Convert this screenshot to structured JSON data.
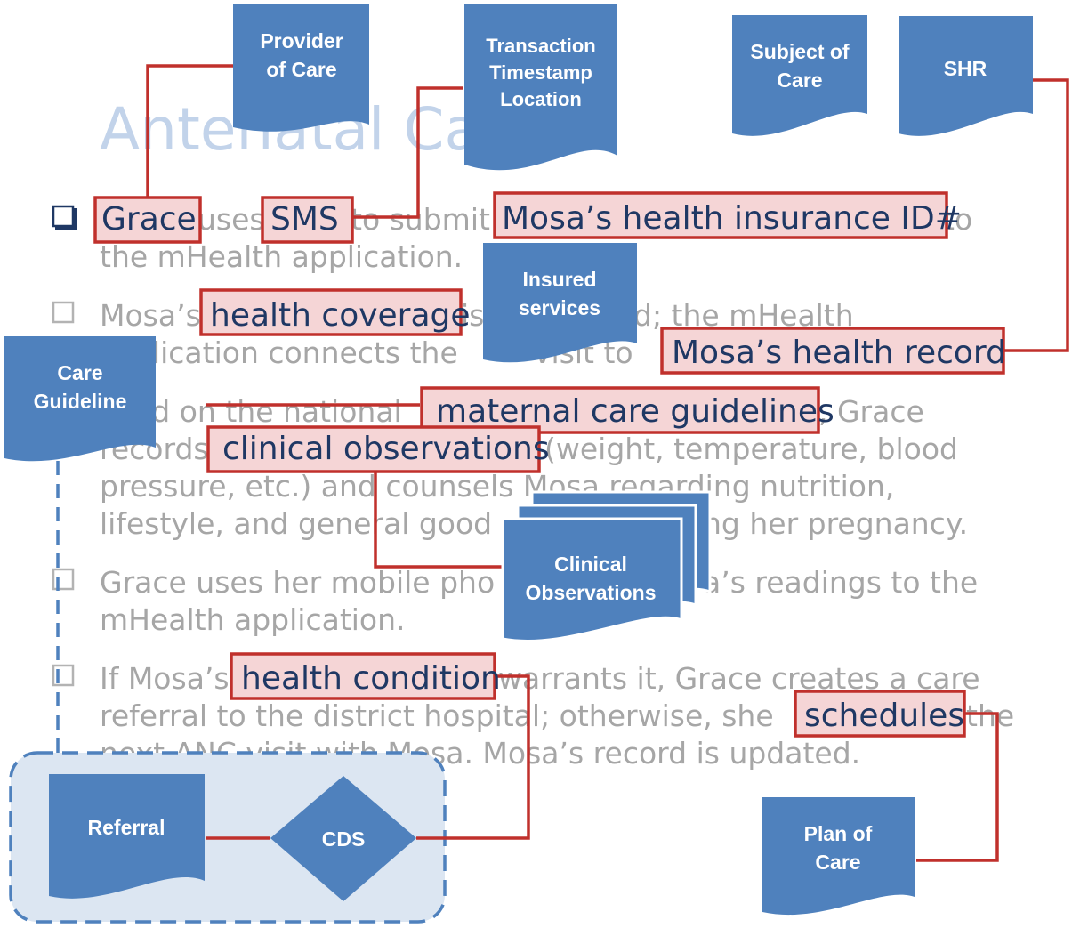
{
  "title_fragments": [
    "Antenatal Ca"
  ],
  "document_labels": {
    "provider_of_care": [
      "Provider",
      "of Care"
    ],
    "transaction": [
      "Transaction",
      "Timestamp",
      "Location"
    ],
    "subject_of_care": [
      "Subject of",
      "Care"
    ],
    "shr": [
      "SHR"
    ],
    "insured_services": [
      "Insured",
      "services"
    ],
    "care_guideline": [
      "Care",
      "Guideline"
    ],
    "clinical_observations": [
      "Clinical",
      "Observations"
    ],
    "referral": [
      "Referral"
    ],
    "cds": [
      "CDS"
    ],
    "plan_of_care": [
      "Plan of",
      "Care"
    ]
  },
  "highlights": {
    "grace": "Grace",
    "sms": "SMS",
    "insurance_id": "Mosa’s health insurance ID#",
    "health_coverage": "health coverage",
    "health_record": "Mosa’s health record",
    "maternal_guidelines": "maternal care guidelines",
    "clinical_observations": "clinical observations",
    "health_condition": "health condition",
    "schedules": "schedules"
  },
  "faded_text": {
    "b1_l1_a": "uses",
    "b1_l1_b": "to submit",
    "b1_l1_c": "to",
    "b1_l2": "the mHealth application.",
    "b2_l1_a": "Mosa’s",
    "b2_l1_b": "is",
    "b2_l1_c": "d; the mHealth",
    "b2_l2_a": "plication connects the",
    "b2_l2_b": "visit to",
    "b3_l1_a": "ed on the national",
    "b3_l1_b": ", Grace",
    "b3_l2_a": "records",
    "b3_l2_b": "(weight, temperature, blood",
    "b3_l3": "pressure, etc.)  and counsels Mosa regarding nutrition,",
    "b3_l4_a": "lifestyle, and general good",
    "b3_l4_b": "ng her pregnancy.",
    "b4_l1_a": "Grace uses her mobile pho",
    "b4_l1_b": "a’s readings to the",
    "b4_l2": "mHealth application.",
    "b5_l1_a": "If Mosa’s",
    "b5_l1_b": "warrants it, Grace creates a care",
    "b5_l2_a": "referral to the district hospital; otherwise, she",
    "b5_l2_b": "the",
    "b5_l3": "next ANC visit with Mosa. Mosa’s record is updated."
  },
  "colors": {
    "shape_blue": "#4f81bd",
    "highlight_red": "#c0302c",
    "highlight_fill": "#f5d5d6",
    "dark_text": "#1f3864",
    "faded_text": "#a6a6a6",
    "group_fill": "#dce6f2"
  }
}
